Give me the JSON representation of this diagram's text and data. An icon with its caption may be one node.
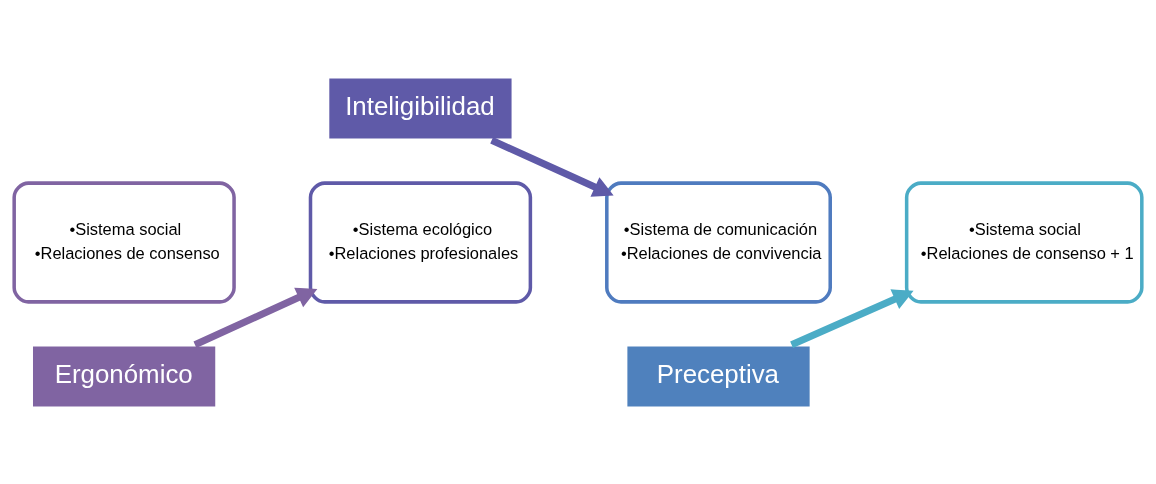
{
  "diagram": {
    "nodes": [
      {
        "text": [
          "•Sistema social",
          "•Relaciones de consenso"
        ]
      },
      {
        "text": [
          "Ergonómico"
        ]
      },
      {
        "text": [
          "•Sistema ecológico",
          "•Relaciones profesionales"
        ]
      },
      {
        "text": [
          "Inteligibilidad"
        ]
      },
      {
        "text": [
          "•Sistema de comunicación",
          "•Relaciones de convivencia"
        ]
      },
      {
        "text": [
          "Preceptiva"
        ]
      },
      {
        "text": [
          "•Sistema social",
          "•Relaciones de consenso + 1"
        ]
      }
    ],
    "edges": [
      {
        "from": 1,
        "to": 2,
        "arrow": "to",
        "color": "#8064a2"
      },
      {
        "from": 3,
        "to": 4,
        "arrow": "to",
        "color": "#5f5aa8"
      },
      {
        "from": 5,
        "to": 6,
        "arrow": "to",
        "color": "#4bacc6"
      }
    ]
  }
}
